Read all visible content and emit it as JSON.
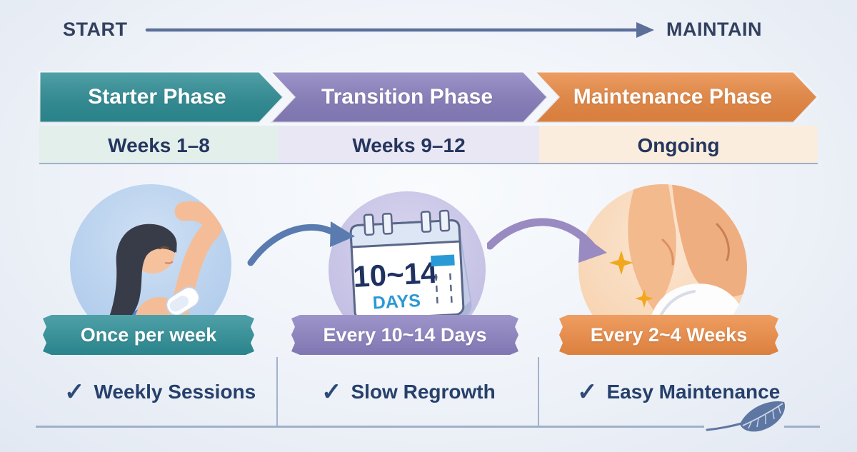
{
  "header": {
    "start_label": "START",
    "maintain_label": "MAINTAIN"
  },
  "phases": [
    {
      "name": "Starter Phase",
      "duration": "Weeks 1–8",
      "frequency": "Once per week",
      "benefit": "Weekly Sessions",
      "color": "#2d8e96",
      "tint": "#e3efeb"
    },
    {
      "name": "Transition Phase",
      "duration": "Weeks 9–12",
      "frequency": "Every 10~14 Days",
      "benefit": "Slow Regrowth",
      "color": "#8a80c0",
      "tint": "#eae7f4"
    },
    {
      "name": "Maintenance Phase",
      "duration": "Ongoing",
      "frequency": "Every 2~4 Weeks",
      "benefit": "Easy Maintenance",
      "color": "#ec8a43",
      "tint": "#fbeddd"
    }
  ],
  "calendar": {
    "range": "10~14",
    "unit": "DAYS"
  },
  "check_glyph": "✓",
  "colors": {
    "heading_text": "#33415f",
    "body_text": "#24365e",
    "timeline_arrow": "#5b6f99",
    "flow_arrow_blue": "#5a7bb0",
    "flow_arrow_purple": "#998bc1",
    "calendar_accent_blue": "#2a9ad6",
    "feather": "#5e77a2"
  }
}
